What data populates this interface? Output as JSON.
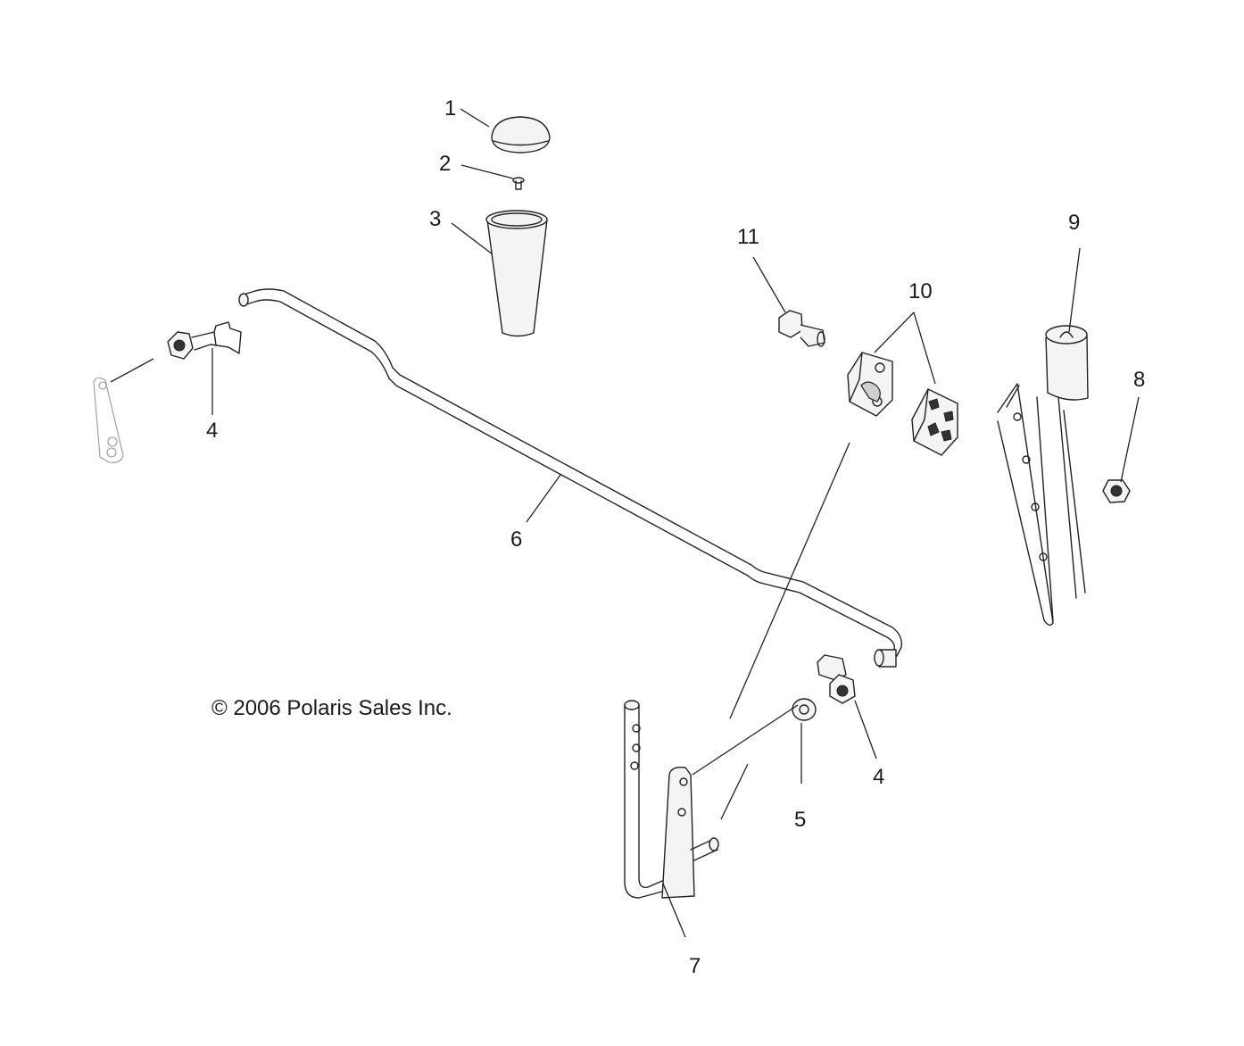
{
  "callouts": {
    "c1": "1",
    "c2": "2",
    "c3": "3",
    "c4a": "4",
    "c4b": "4",
    "c5": "5",
    "c6": "6",
    "c7": "7",
    "c8": "8",
    "c9": "9",
    "c10": "10",
    "c11": "11"
  },
  "copyright": "© 2006 Polaris Sales Inc.",
  "colors": {
    "line": "#222222",
    "background": "#ffffff"
  }
}
